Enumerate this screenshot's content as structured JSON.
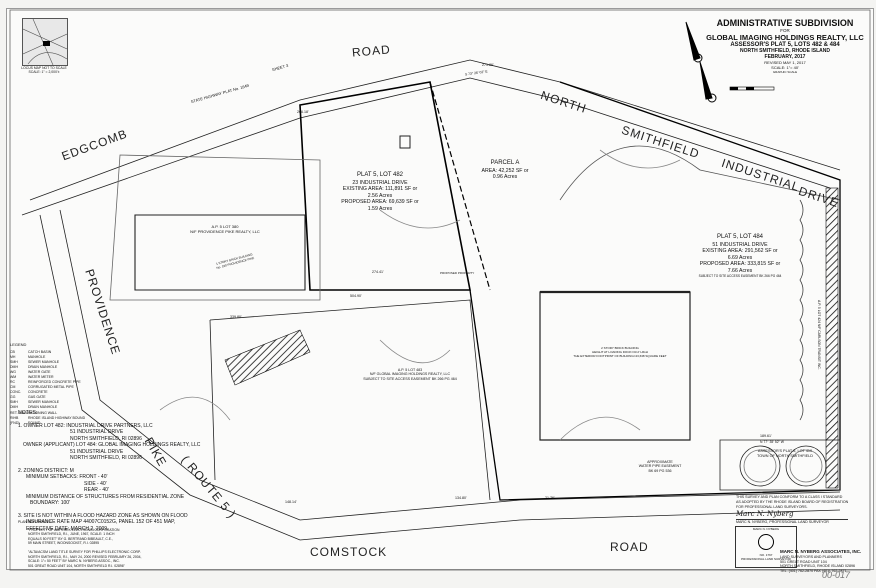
{
  "title_block": {
    "title": "ADMINISTRATIVE SUBDIVISION",
    "for": "FOR",
    "client": "GLOBAL IMAGING HOLDINGS REALTY, LLC",
    "assessor": "ASSESSOR'S PLAT 5, LOTS 482 & 484",
    "location": "NORTH SMITHFIELD, RHODE ISLAND",
    "date": "FEBRUARY, 2017",
    "revised": "REVISED MAY 1, 2017",
    "scale": "SCALE: 1\"= 40'",
    "graphic_scale_label": "GRAPHIC SCALE"
  },
  "locus_map": {
    "caption": "LOCUS MAP NOT TO SCALE",
    "sub_caption": "SCALE: 1\" = 2,000'±"
  },
  "roads": {
    "edgcomb": "EDGCOMB",
    "road_top": "ROAD",
    "north": "NORTH",
    "smithfield": "SMITHFIELD",
    "industrial": "INDUSTRIAL",
    "drive": "DRIVE",
    "providence": "PROVIDENCE",
    "pike": "PIKE",
    "route5": "( ROUTE 5 )",
    "comstock": "COMSTOCK",
    "road_bottom": "ROAD",
    "highway_plat_top": "STATE HIGHWAY PLAT No. 1649",
    "sheet3": "SHEET 3"
  },
  "lots": {
    "lot482": {
      "name": "PLAT 5, LOT 482",
      "address": "23 INDUSTRIAL DRIVE",
      "existing": "EXISTING AREA: 111,891 SF or",
      "existing_acres": "2.56 Acres",
      "proposed": "PROPOSED AREA: 69,639 SF or",
      "proposed_acres": "1.59 Acres"
    },
    "parcelA": {
      "name": "PARCEL A",
      "area": "AREA: 42,252 SF or",
      "acres": "0.96 Acres"
    },
    "lot484": {
      "name": "PLAT 5, LOT 484",
      "address": "51 INDUSTRIAL DRIVE",
      "existing": "EXISTING AREA: 291,562 SF or",
      "existing_acres": "6.69 Acres",
      "proposed": "PROPOSED AREA: 333,815 SF or",
      "proposed_acres": "7.66 Acres",
      "easement": "SUBJECT TO SITE ACCESS EASEMENT BK 266 PG 464"
    },
    "lot380": {
      "name": "A.P. 5 LOT 380",
      "owner": "N/F PROVIDENCE PIKE REALTY, LLC",
      "building": "1 STORY BRICK BUILDING",
      "building_no": "No. 160 PROVIDENCE PIKE"
    },
    "lot483": {
      "name": "A.P. 5 LOT 483",
      "owner": "N/F GLOBAL IMAGING HOLDINGS REALTY, LLC",
      "easement": "SUBJECT TO SITE ACCESS EASEMENT BK 266 PG 464"
    },
    "lot410": {
      "name": "ASSESSOR'S PLAT 5, LOT 410",
      "owner": "TOWN OF NORTH SMITHFIELD"
    },
    "building484": {
      "line1": "2 STORY BRICK BUILDING",
      "line2": "HEIGHT AT LOADING DOCK=33.2' HIGH",
      "line3": "THE EXTERIOR FOOTPRINT OF BUILDING=43,638 SQUARE FEET"
    },
    "water_easement": {
      "line1": "APPROXIMATE",
      "line2": "WATER PIPE EASEMENT",
      "line3": "BK 69 PG 536"
    },
    "lot424": "A.P. 5 LOT 424 N/F CARLSON TRANSIT INC."
  },
  "dimensions": {
    "d1": "271.86'",
    "d2": "266.18'",
    "d3": "274.41'",
    "d4": "504.90'",
    "d5": "339.80'",
    "d6": "189.61'",
    "d7": "134.80'",
    "d8": "21.76'",
    "d9": "148.14'",
    "d10": "S 73° 26' 02\" E",
    "d11": "N 77° 35' 52\" W",
    "proposed_property": "PROPOSED PROPERTY"
  },
  "legend": {
    "heading": "LEGEND",
    "items": [
      {
        "code": "CB",
        "desc": "CATCH BASIN"
      },
      {
        "code": "MH",
        "desc": "MANHOLE"
      },
      {
        "code": "SMH",
        "desc": "SEWER MANHOLE"
      },
      {
        "code": "DMH",
        "desc": "DRAIN MANHOLE"
      },
      {
        "code": "WG",
        "desc": "WATER GATE"
      },
      {
        "code": "WM",
        "desc": "WATER METER"
      },
      {
        "code": "RC",
        "desc": "REINFORCED CONCRETE PIPE"
      },
      {
        "code": "CM",
        "desc": "CORRUGATED METAL PIPE"
      },
      {
        "code": "CONC.",
        "desc": "CONCRETE"
      },
      {
        "code": "GG",
        "desc": "GAS GATE"
      },
      {
        "code": "SMH",
        "desc": "SEWER MANHOLE"
      },
      {
        "code": "DMH",
        "desc": "DRAIN MANHOLE"
      },
      {
        "code": "RET. WALL",
        "desc": "RETAINING WALL"
      },
      {
        "code": "RIHB",
        "desc": "RHODE ISLAND HIGHWAY BOUND"
      },
      {
        "code": "(FND)",
        "desc": "FOUND"
      }
    ]
  },
  "notes": {
    "heading": "NOTES:",
    "n1_a": "1. OWNER LOT 482: INDUSTRIAL DRIVE PARTNERS, LLC",
    "n1_b": "51 INDUSTRIAL DRIVE",
    "n1_c": "NORTH SMITHFIELD, RI 02896",
    "n1_d": "OWNER (APPLICANT) LOT 484: GLOBAL IMAGING HOLDINGS REALTY, LLC",
    "n1_e": "51 INDUSTRIAL DRIVE",
    "n1_f": "NORTH SMITHFIELD, RI 02896",
    "n2_a": "2. ZONING DISTRICT: M",
    "n2_b": "MINIMUM SETBACKS: FRONT - 40'",
    "n2_c": "SIDE - 40'",
    "n2_d": "REAR - 40'",
    "n2_e": "MINIMUM DISTANCE OF STRUCTURES FROM RESIDENTIAL ZONE",
    "n2_f": "BOUNDARY: 100'",
    "n3_a": "3. SITE IS NOT WITHIN A FLOOD HAZARD ZONE AS SHOWN ON FLOOD",
    "n3_b": "INSURANCE RATE MAP 44007C0152G, PANEL 152 OF 451 MAP,",
    "n3_c": "EFFECTIVE DATE: MARCH 2, 2009."
  },
  "plan_references": {
    "heading": "PLAN REFERENCES:",
    "r1_a": "\"PROPERTY OF AMPEREX ELECTRONIC CORPORATION",
    "r1_b": "NORTH SMITHFIELD, R.I., JUNE, 1967, SCALE: 1 INCH",
    "r1_c": "EQUALS 50 FEET\" BY G. BERTRAND BIBEAULT, C.E.,",
    "r1_d": "59 MAIN STREET, WOONSOCKET, R.I. 02895",
    "r2_a": "\"ALTA/ACSM LAND TITLE SURVEY FOR PHILLIPS ELECTRONIC CORP.",
    "r2_b": "NORTH SMITHFIELD, R.I., MAY 24, 2000 REVISED FEBRUARY 26, 2004,",
    "r2_c": "SCALE: 1\"= 50 FEET\" BY MARC N. NYBERG ASSOC., INC.",
    "r2_d": "501 GREAT ROAD UNIT 104, NORTH SMITHFIELD R.I. 02896\""
  },
  "certification": {
    "line1": "THIS SURVEY AND PLAN CONFORM TO A CLASS I STANDARD",
    "line2": "AS ADOPTED BY THE RHODE ISLAND BOARD OF REGISTRATION",
    "line3": "FOR PROFESSIONAL LAND SURVEYORS.",
    "signature": "Marc N. Nyberg",
    "surveyor": "MARC N. NYBERG, PROFESSIONAL LAND SURVEYOR"
  },
  "stamp": {
    "name": "MARC N. NYBERG",
    "no": "NO. 1767",
    "title": "PROFESSIONAL LAND SURVEYOR"
  },
  "firm": {
    "name": "MARC N. NYBERG ASSOCIATES, INC.",
    "line1": "LAND SURVEYORS AND PLANNERS",
    "line2": "501 GREAT ROAD UNIT 104",
    "line3": "NORTH SMITHFIELD, RHODE ISLAND 02896",
    "line4": "TEL. (401) 762-2870 FAX (401) 762-2871"
  },
  "sheet_number": "00-017"
}
